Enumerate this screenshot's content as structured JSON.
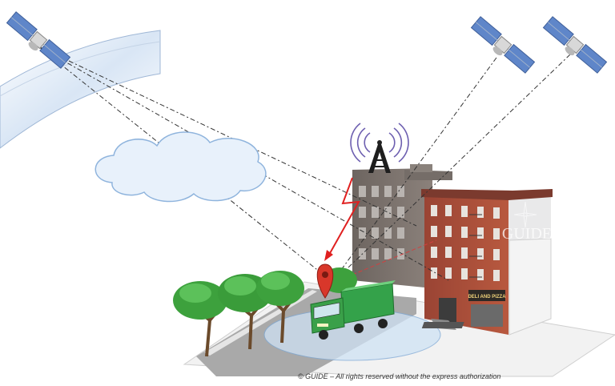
{
  "caption": "© GUIDE – All rights reserved without the express authorization",
  "watermark_text": "GUIDE",
  "shop_sign": "DELI AND PIZZA",
  "colors": {
    "sky_band": "#d9e6f5",
    "cloud_fill": "#e8f1fb",
    "cloud_stroke": "#8fb4dd",
    "signal_arrow": "#e02020",
    "map_pin": "#d8372a",
    "truck_cab": "#3aa049",
    "truck_box": "#34a24a",
    "brick": "#b0503c",
    "road": "#a9a9a9",
    "tree_foliage": "#3da13d",
    "coverage_area": "#cfe2f4"
  },
  "icons": [
    "satellite-icon",
    "cell-tower-icon",
    "map-pin-icon",
    "truck-icon",
    "tree-icon",
    "cloud-icon"
  ]
}
